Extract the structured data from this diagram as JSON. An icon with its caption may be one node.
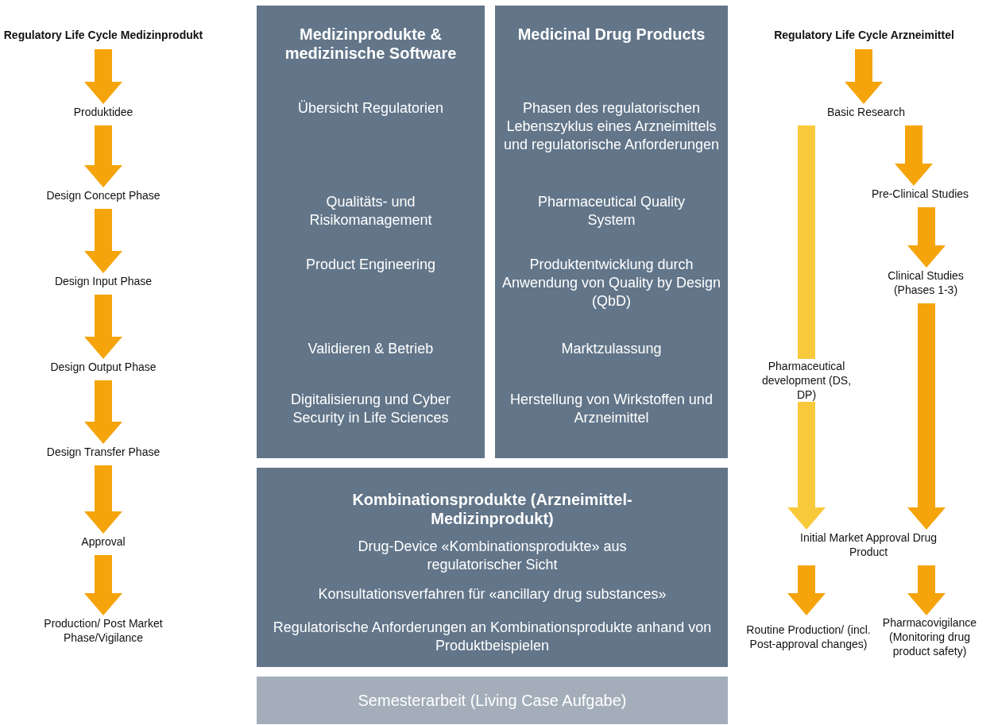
{
  "diagram": {
    "nodes": [
      {
        "text": [
          "Regulatory Life Cycle Medizinprodukt"
        ]
      },
      {
        "text": [
          "Produktidee"
        ]
      },
      {
        "text": [
          "Design Concept Phase"
        ]
      },
      {
        "text": [
          "Design Input Phase"
        ]
      },
      {
        "text": [
          "Design Output Phase"
        ]
      },
      {
        "text": [
          "Design Transfer Phase"
        ]
      },
      {
        "text": [
          "Approval"
        ]
      },
      {
        "text": [
          "Production/ Post Market Phase/Vigilance"
        ]
      },
      {
        "text": [
          "Medizinprodukte & medizinische Software",
          "Übersicht Regulatorien",
          "Qualitäts- und Risikomanagement",
          "Product Engineering",
          "Validieren & Betrieb",
          "Digitalisierung und Cyber Security in Life Sciences"
        ]
      },
      {
        "text": [
          "Medicinal Drug Products",
          "Phasen des regulatorischen Lebenszyklus eines Arzneimittels und regulatorische Anforderungen",
          "Pharmaceutical Quality System",
          "Produktentwicklung durch Anwendung von Quality by Design (QbD)",
          "Marktzulassung",
          "Herstellung von Wirkstoffen und Arzneimittel"
        ]
      },
      {
        "text": [
          "Kombinationsprodukte (Arzneimittel-Medizinprodukt)",
          "Drug-Device «Kombinationsprodukte» aus regulatorischer Sicht",
          "Konsultationsverfahren für «ancillary drug substances»",
          "Regulatorische Anforderungen an Kombinationsprodukte anhand von Produktbeispielen"
        ]
      },
      {
        "text": [
          "Semesterarbeit (Living Case Aufgabe)"
        ]
      },
      {
        "text": [
          "Regulatory Life Cycle Arzneimittel"
        ]
      },
      {
        "text": [
          "Basic Research"
        ]
      },
      {
        "text": [
          "Pre-Clinical Studies"
        ]
      },
      {
        "text": [
          "Clinical Studies (Phases 1-3)"
        ]
      },
      {
        "text": [
          "Initial Market Approval Drug Product"
        ]
      },
      {
        "text": [
          "Routine Production/ (incl. Post-approval changes)"
        ]
      },
      {
        "text": [
          "Pharmacovigilance (Monitoring drug product safety)"
        ]
      }
    ],
    "edges": [
      {
        "from": 0,
        "to": 1,
        "arrow": "to"
      },
      {
        "from": 1,
        "to": 2,
        "arrow": "to"
      },
      {
        "from": 2,
        "to": 3,
        "arrow": "to"
      },
      {
        "from": 3,
        "to": 4,
        "arrow": "to"
      },
      {
        "from": 4,
        "to": 5,
        "arrow": "to"
      },
      {
        "from": 5,
        "to": 6,
        "arrow": "to"
      },
      {
        "from": 6,
        "to": 7,
        "arrow": "to"
      },
      {
        "from": 12,
        "to": 13,
        "arrow": "to"
      },
      {
        "from": 13,
        "to": 14,
        "arrow": "to"
      },
      {
        "from": 14,
        "to": 15,
        "arrow": "to"
      },
      {
        "from": 15,
        "to": 16,
        "arrow": "to"
      },
      {
        "from": 13,
        "to": 16,
        "arrow": "to",
        "label": "Pharmaceutical development (DS, DP)",
        "color": "#f9c93c"
      },
      {
        "from": 16,
        "to": 17,
        "arrow": "to"
      },
      {
        "from": 16,
        "to": 18,
        "arrow": "to"
      }
    ]
  }
}
